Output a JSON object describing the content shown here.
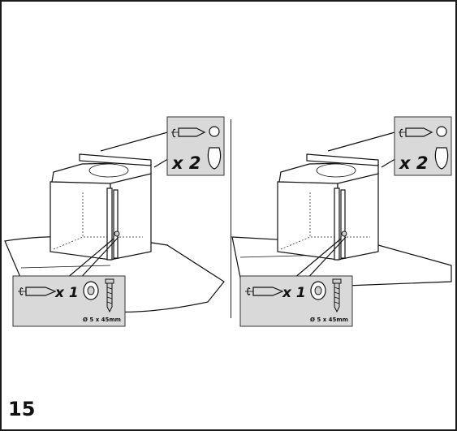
{
  "step": {
    "number": "15"
  },
  "panels": [
    {
      "id": "left",
      "top_callout": {
        "count": "x 2"
      },
      "bottom_callout": {
        "count": "x 1",
        "dimension": "Ø 5 x 45mm"
      }
    },
    {
      "id": "right",
      "top_callout": {
        "count": "x 2"
      },
      "bottom_callout": {
        "count": "x 1",
        "dimension": "Ø 5 x 45mm"
      }
    }
  ]
}
